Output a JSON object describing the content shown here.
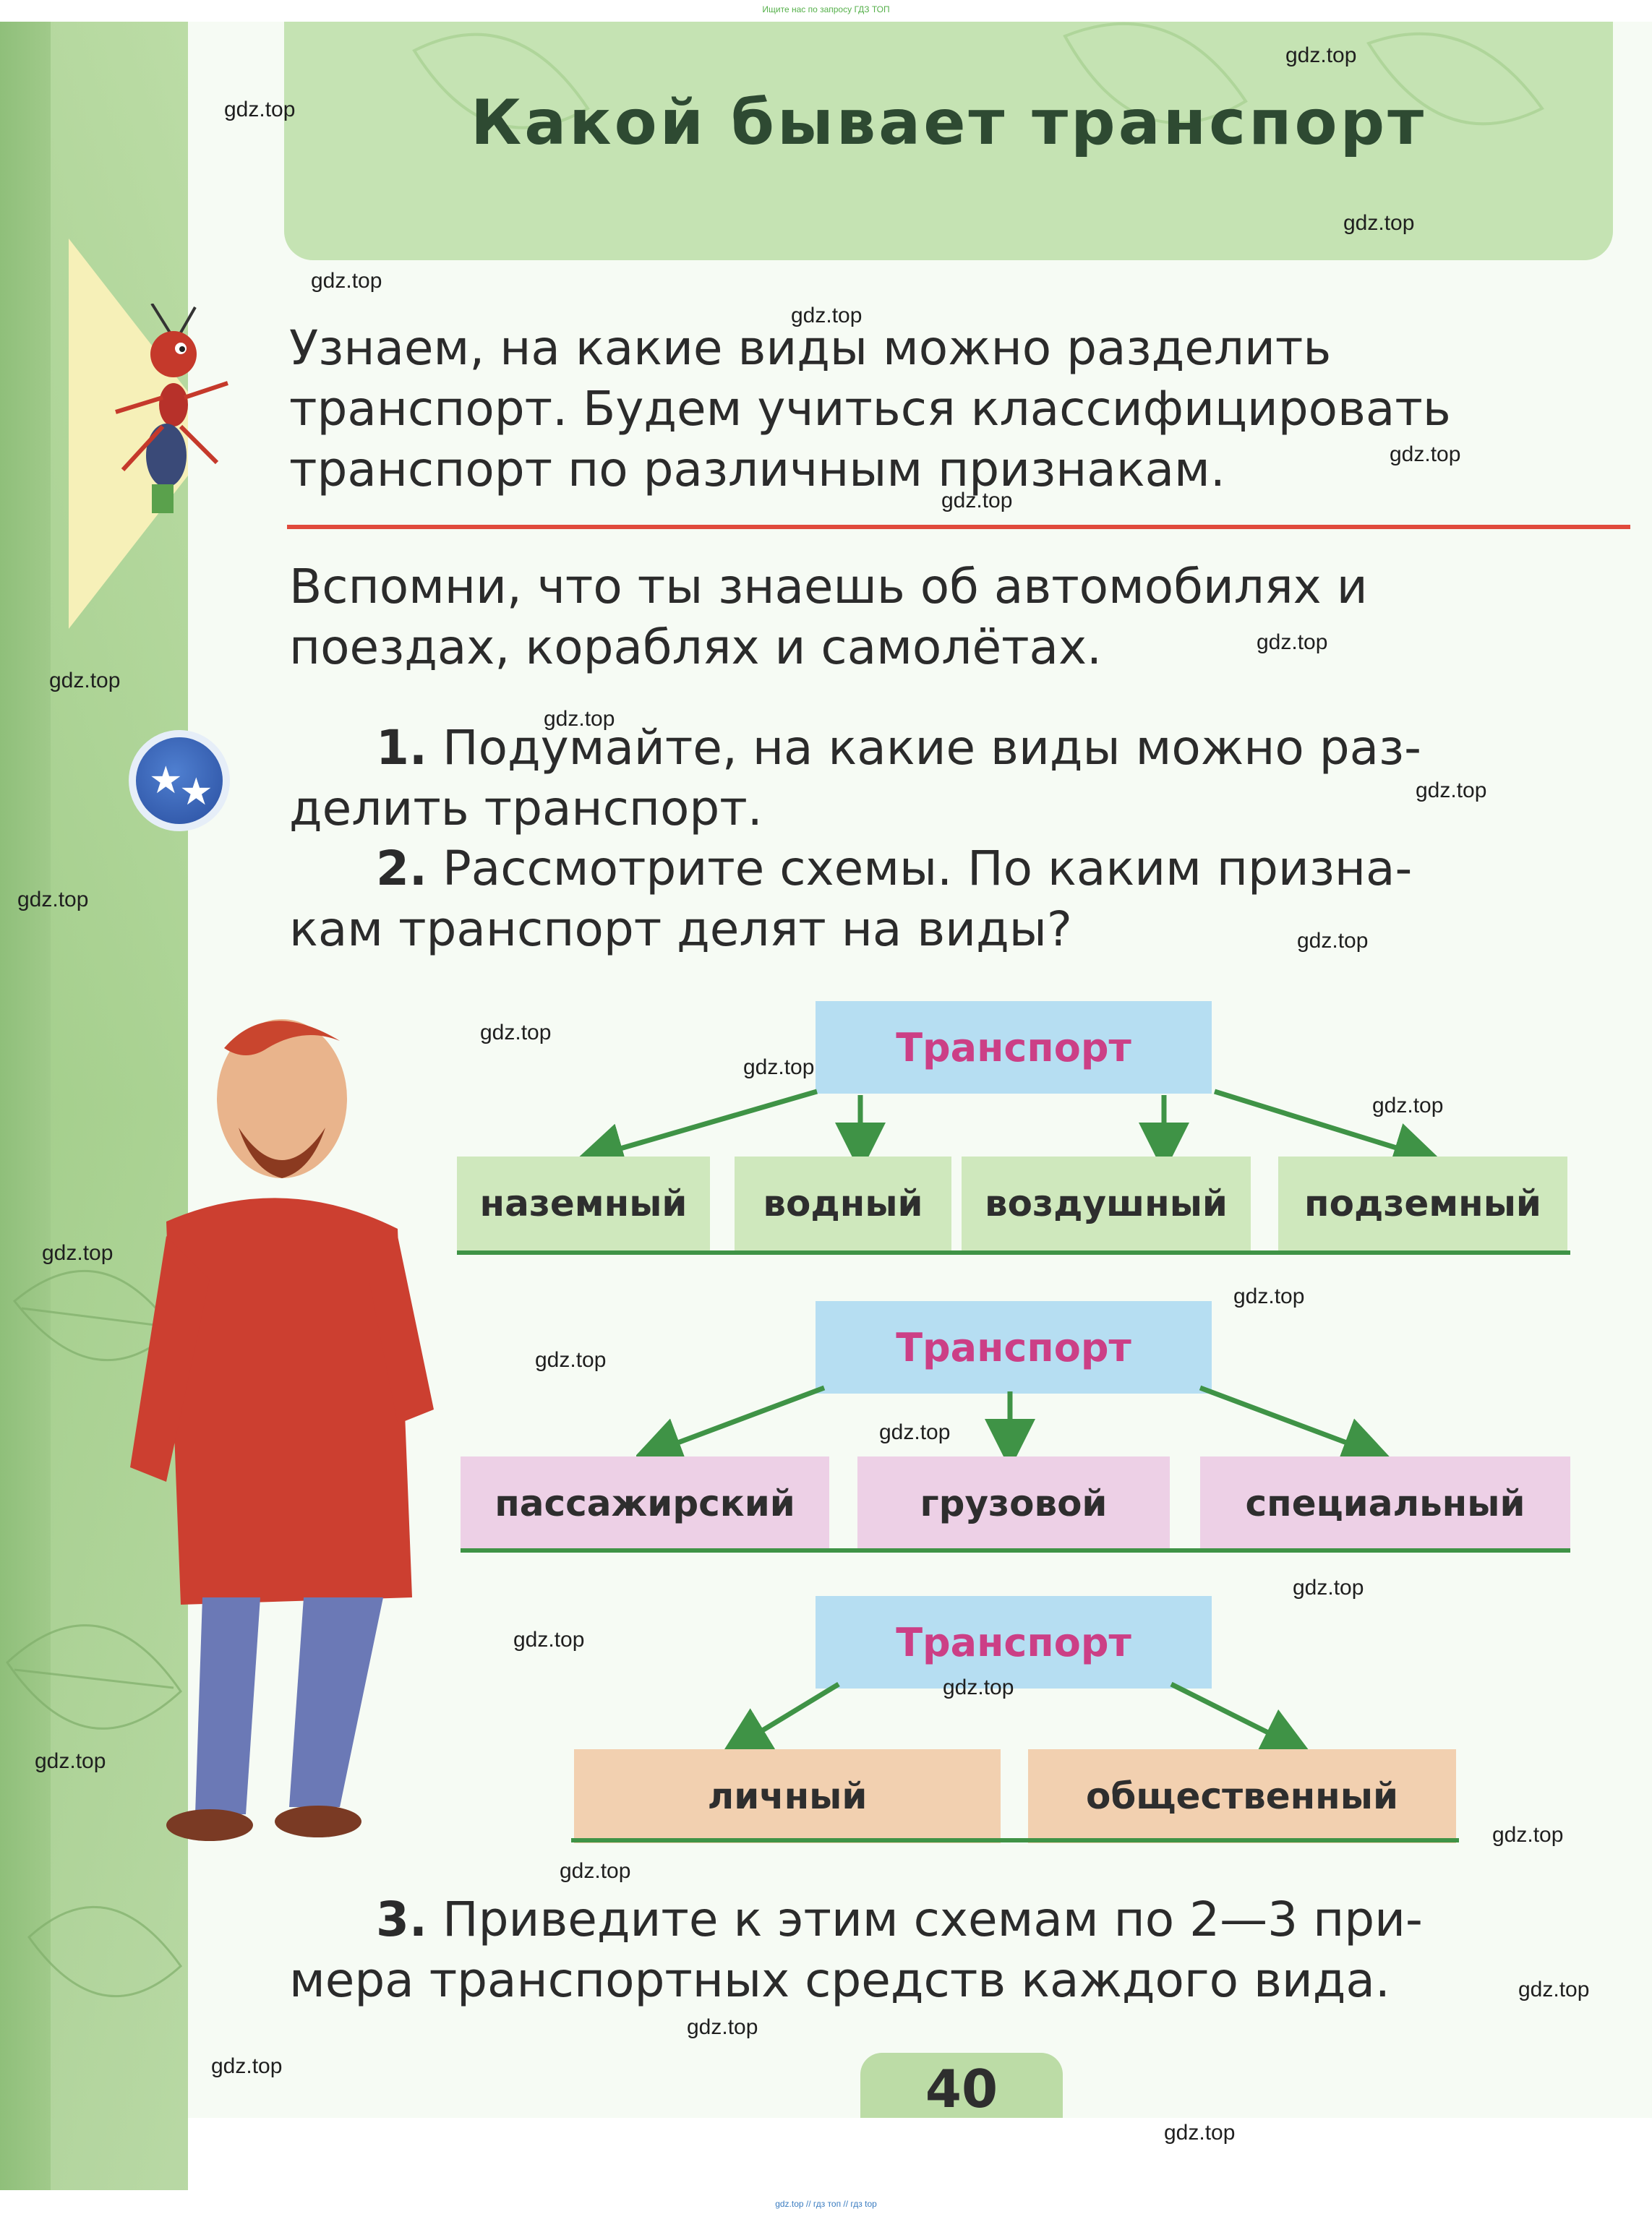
{
  "top_note": "Ищите нас по запросу ГДЗ ТОП",
  "bottom_note": "gdz.top // гдз топ // гдз top",
  "title": "Какой бывает транспорт",
  "intro": {
    "line1": "Узнаем, на какие виды можно разделить",
    "line2": "транспорт. Будем учиться классифицировать",
    "line3": "транспорт по различным признакам."
  },
  "recall": {
    "line1": "Вспомни, что ты знаешь об автомобилях и",
    "line2": "поездах, кораблях и самолётах."
  },
  "tasks": {
    "t1_num": "1.",
    "t1_line1": "Подумайте, на какие виды можно раз-",
    "t1_line2": "делить транспорт.",
    "t2_num": "2.",
    "t2_line1": "Рассмотрите схемы. По каким призна-",
    "t2_line2": "кам транспорт делят на виды?",
    "t3_num": "3.",
    "t3_line1": "Приведите к этим схемам по 2—3 при-",
    "t3_line2": "мера транспортных средств каждого вида."
  },
  "diagrams": [
    {
      "header": "Транспорт",
      "items": [
        "наземный",
        "водный",
        "воздушный",
        "подземный"
      ],
      "color": "#cfe8bd"
    },
    {
      "header": "Транспорт",
      "items": [
        "пассажирский",
        "грузовой",
        "специальный"
      ],
      "color": "#edd0e6"
    },
    {
      "header": "Транспорт",
      "items": [
        "личный",
        "общественный"
      ],
      "color": "#f2d0b0"
    }
  ],
  "page_number": "40",
  "watermark": "gdz.top",
  "colors": {
    "header_text": "#cc3f86",
    "header_bg": "#b6def2",
    "arrow": "#3f9346",
    "rule": "#e04a3c"
  }
}
